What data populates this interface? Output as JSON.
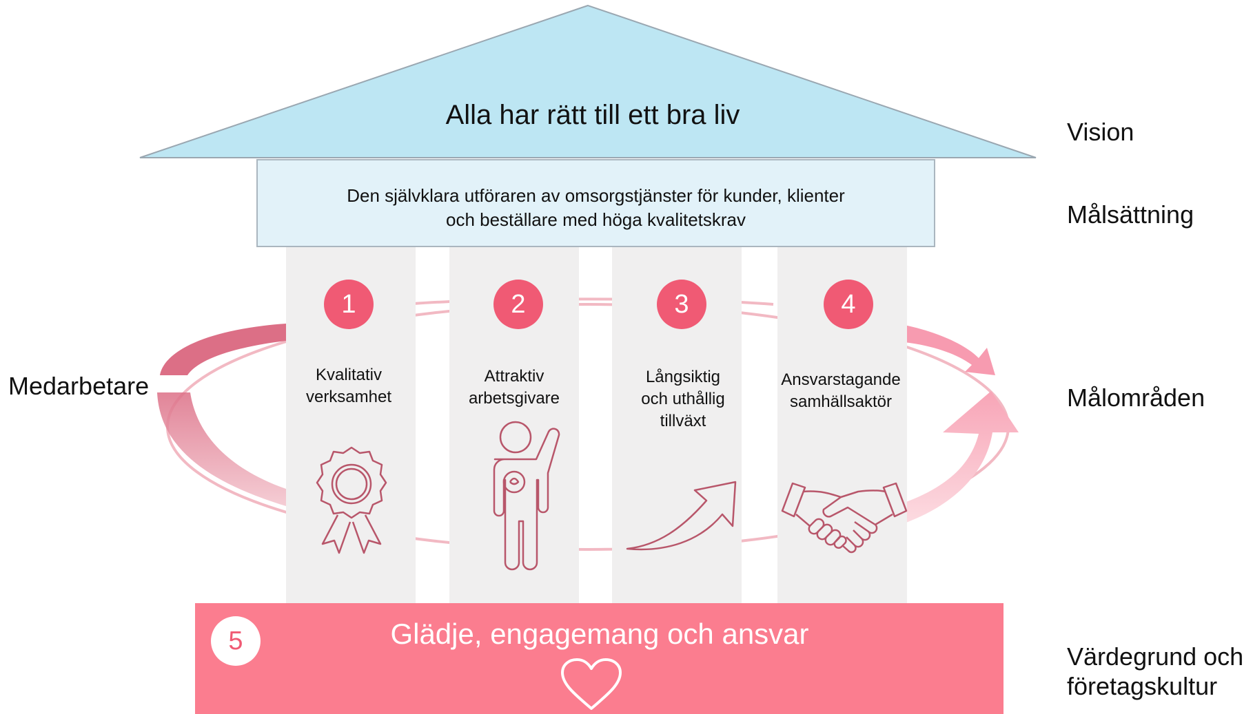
{
  "vision_text": "Alla har rätt till ett bra liv",
  "goal_text_lines": [
    "Den självklara utföraren av omsorgstjänster för kunder, klienter",
    "och beställare med höga kvalitetskrav"
  ],
  "pillars": [
    {
      "number": "1",
      "label_lines": [
        "Kvalitativ",
        "verksamhet"
      ],
      "icon": "award-ribbon-icon"
    },
    {
      "number": "2",
      "label_lines": [
        "Attraktiv",
        "arbetsgivare"
      ],
      "icon": "employee-person-icon"
    },
    {
      "number": "3",
      "label_lines": [
        "Långsiktig",
        "och uthållig",
        "tillväxt"
      ],
      "icon": "growth-arrow-icon"
    },
    {
      "number": "4",
      "label_lines": [
        "Ansvarstagande",
        "samhällsaktör"
      ],
      "icon": "handshake-icon"
    }
  ],
  "foundation": {
    "number": "5",
    "text": "Glädje, engagemang och ansvar",
    "icon": "heart-icon"
  },
  "left_label": "Medarbetare",
  "right_labels": {
    "vision": "Vision",
    "goal": "Målsättning",
    "areas": "Målområden",
    "values_lines": [
      "Värdegrund och",
      "företagskultur"
    ]
  },
  "colors": {
    "roof": "#bde6f3",
    "beam": "#e2f2f9",
    "pillar": "#f0efef",
    "accent": "#f05a74",
    "foundation": "#fb7d8f",
    "icon_stroke": "#b8566a",
    "arrow": "#f4a9b8"
  }
}
